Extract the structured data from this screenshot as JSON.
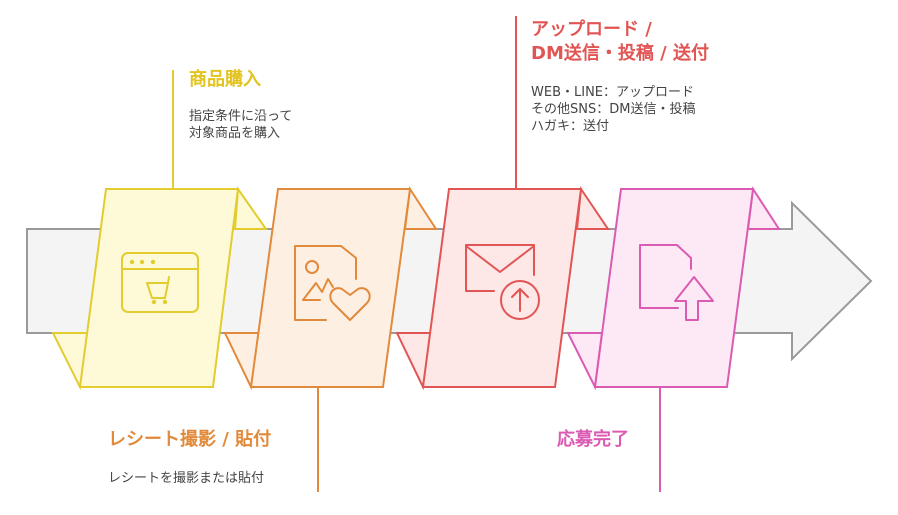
{
  "steps": [
    {
      "id": "purchase",
      "title": "商品購入",
      "desc_lines": [
        "指定条件に沿って",
        "対象商品を購入"
      ],
      "icon": "web-cart-icon",
      "stroke": "#e3cd2e",
      "fill": "#fef9d7"
    },
    {
      "id": "receipt",
      "title": "レシート撮影 / 貼付",
      "desc_lines": [
        "レシートを撮影または貼付"
      ],
      "icon": "image-heart-icon",
      "stroke": "#e28a3b",
      "fill": "#feefe3"
    },
    {
      "id": "upload",
      "title_lines": [
        "アップロード /",
        "DM送信・投稿 / 送付"
      ],
      "desc_lines": [
        "WEB・LINE：アップロード",
        "その他SNS：DM送信・投稿",
        "ハガキ：送付"
      ],
      "icon": "mail-upload-icon",
      "stroke": "#e25555",
      "fill": "#fde7e7"
    },
    {
      "id": "complete",
      "title": "応募完了",
      "desc_lines": [],
      "icon": "file-upload-icon",
      "stroke": "#db5bb3",
      "fill": "#fde8f6"
    }
  ],
  "arrow": {
    "stroke": "#9a9a9a",
    "fill": "#f4f4f4"
  }
}
